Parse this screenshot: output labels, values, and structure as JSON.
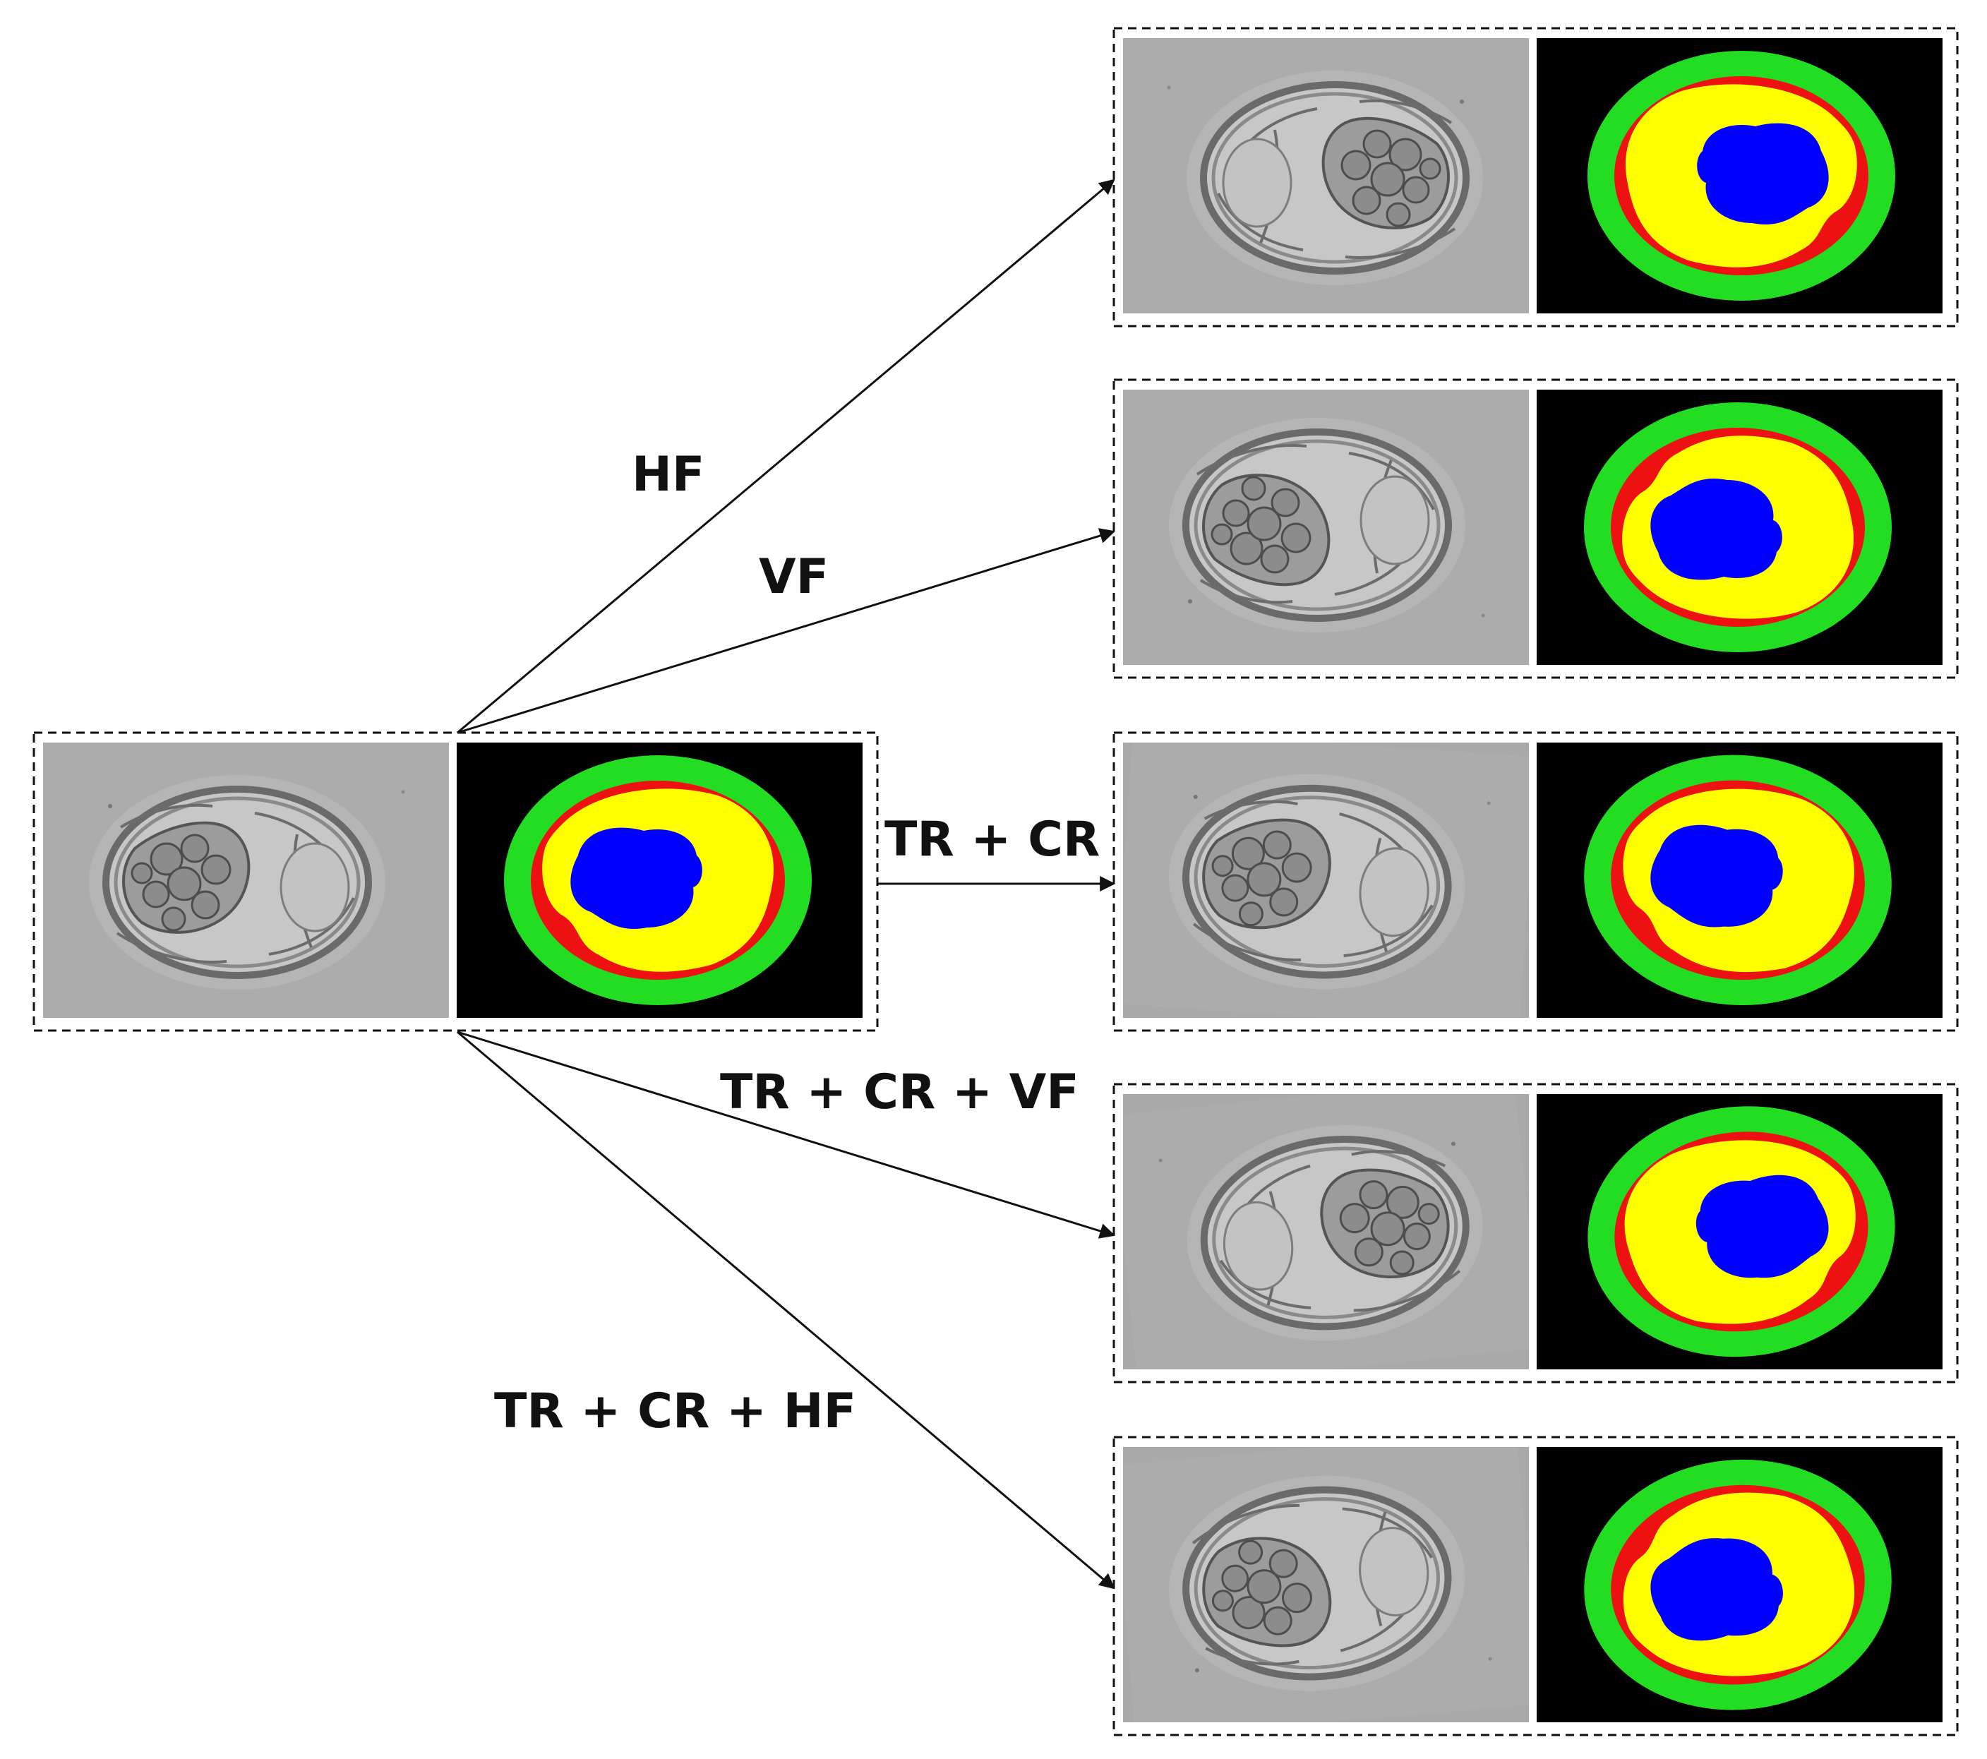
{
  "diagram": {
    "source": {
      "name": "original-pair"
    },
    "augmentations": [
      {
        "id": "hf",
        "label": "HF",
        "hflip": true,
        "vflip": false,
        "rot": 0
      },
      {
        "id": "vf",
        "label": "VF",
        "hflip": false,
        "vflip": true,
        "rot": 0
      },
      {
        "id": "tr-cr",
        "label": "TR + CR",
        "hflip": false,
        "vflip": false,
        "rot": 4
      },
      {
        "id": "tr-cr-vf",
        "label": "TR + CR + VF",
        "hflip": true,
        "vflip": false,
        "rot": -6
      },
      {
        "id": "tr-cr-hf",
        "label": "TR + CR + HF",
        "hflip": false,
        "vflip": true,
        "rot": -5
      }
    ]
  },
  "colors": {
    "raw_background": "#a9a9a9",
    "mask_background": "#000000",
    "zona": "#22dd22",
    "trophectoderm": "#ee1111",
    "cavity": "#ffff00",
    "icm": "#0000ff",
    "arrow": "#111111",
    "border": "#111111"
  }
}
